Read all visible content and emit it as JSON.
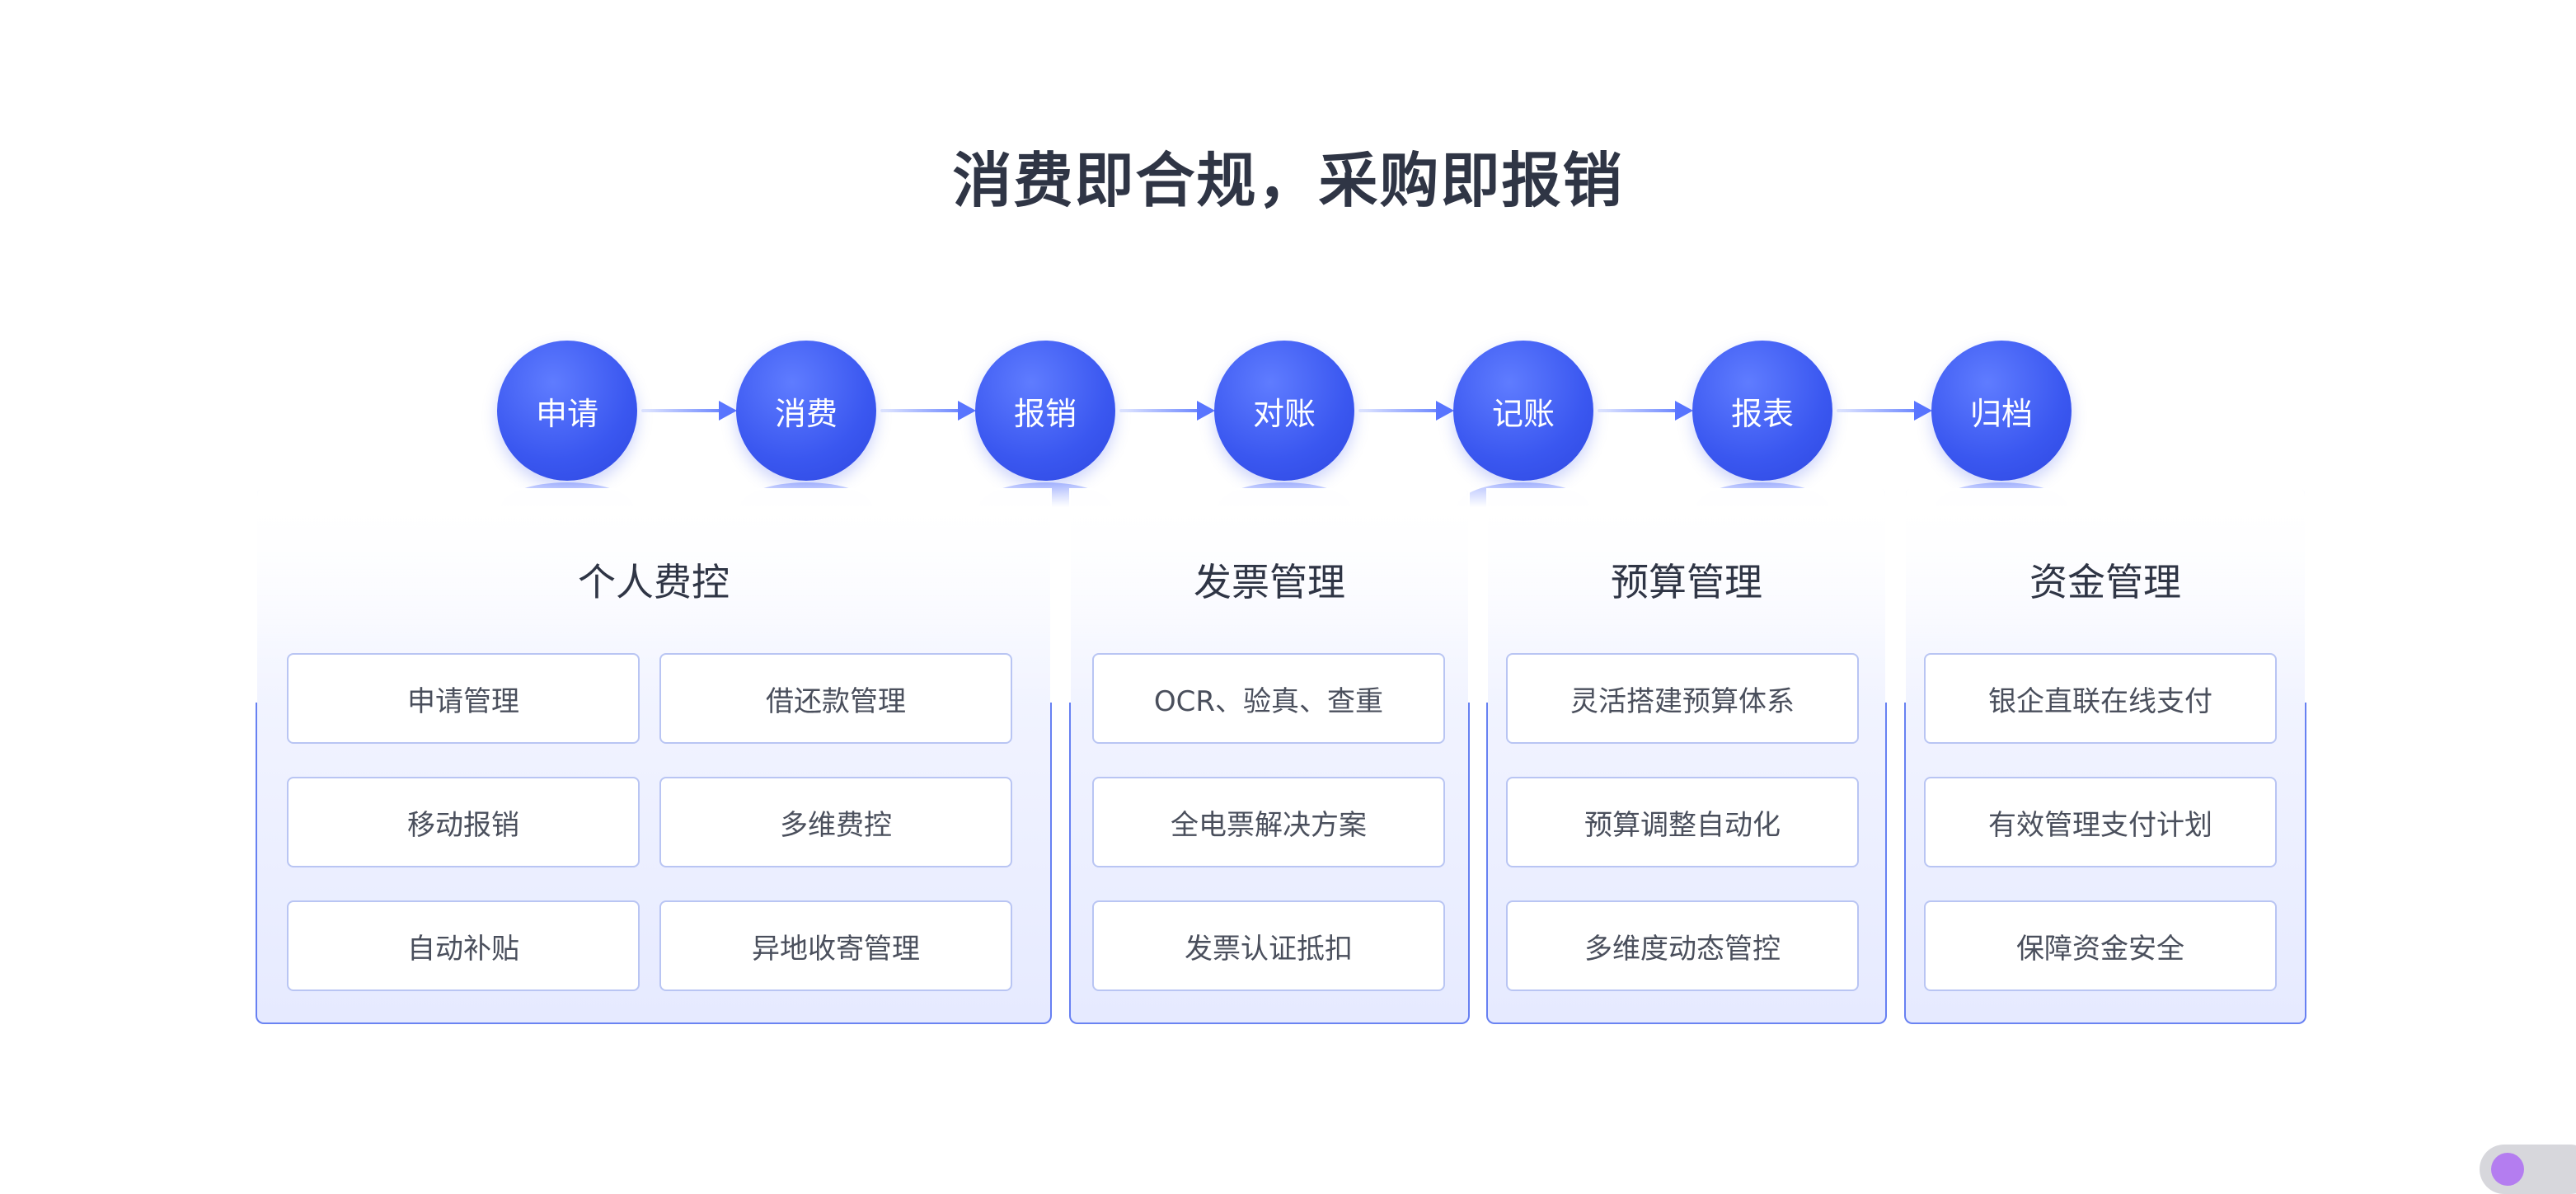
{
  "title": "消费即合规，采购即报销",
  "steps": [
    "申请",
    "消费",
    "报销",
    "对账",
    "记账",
    "报表",
    "归档"
  ],
  "panels": [
    {
      "title": "个人费控",
      "items": [
        "申请管理",
        "借还款管理",
        "移动报销",
        "多维费控",
        "自动补贴",
        "异地收寄管理"
      ]
    },
    {
      "title": "发票管理",
      "items": [
        "OCR、验真、查重",
        "全电票解决方案",
        "发票认证抵扣"
      ]
    },
    {
      "title": "预算管理",
      "items": [
        "灵活搭建预算体系",
        "预算调整自动化",
        "多维度动态管控"
      ]
    },
    {
      "title": "资金管理",
      "items": [
        "银企直联在线支付",
        "有效管理支付计划",
        "保障资金安全"
      ]
    }
  ],
  "colors": {
    "accent": "#3a57f0",
    "title_text": "#2f3545",
    "item_border": "#b9c5f3",
    "panel_border": "#506ef0"
  }
}
